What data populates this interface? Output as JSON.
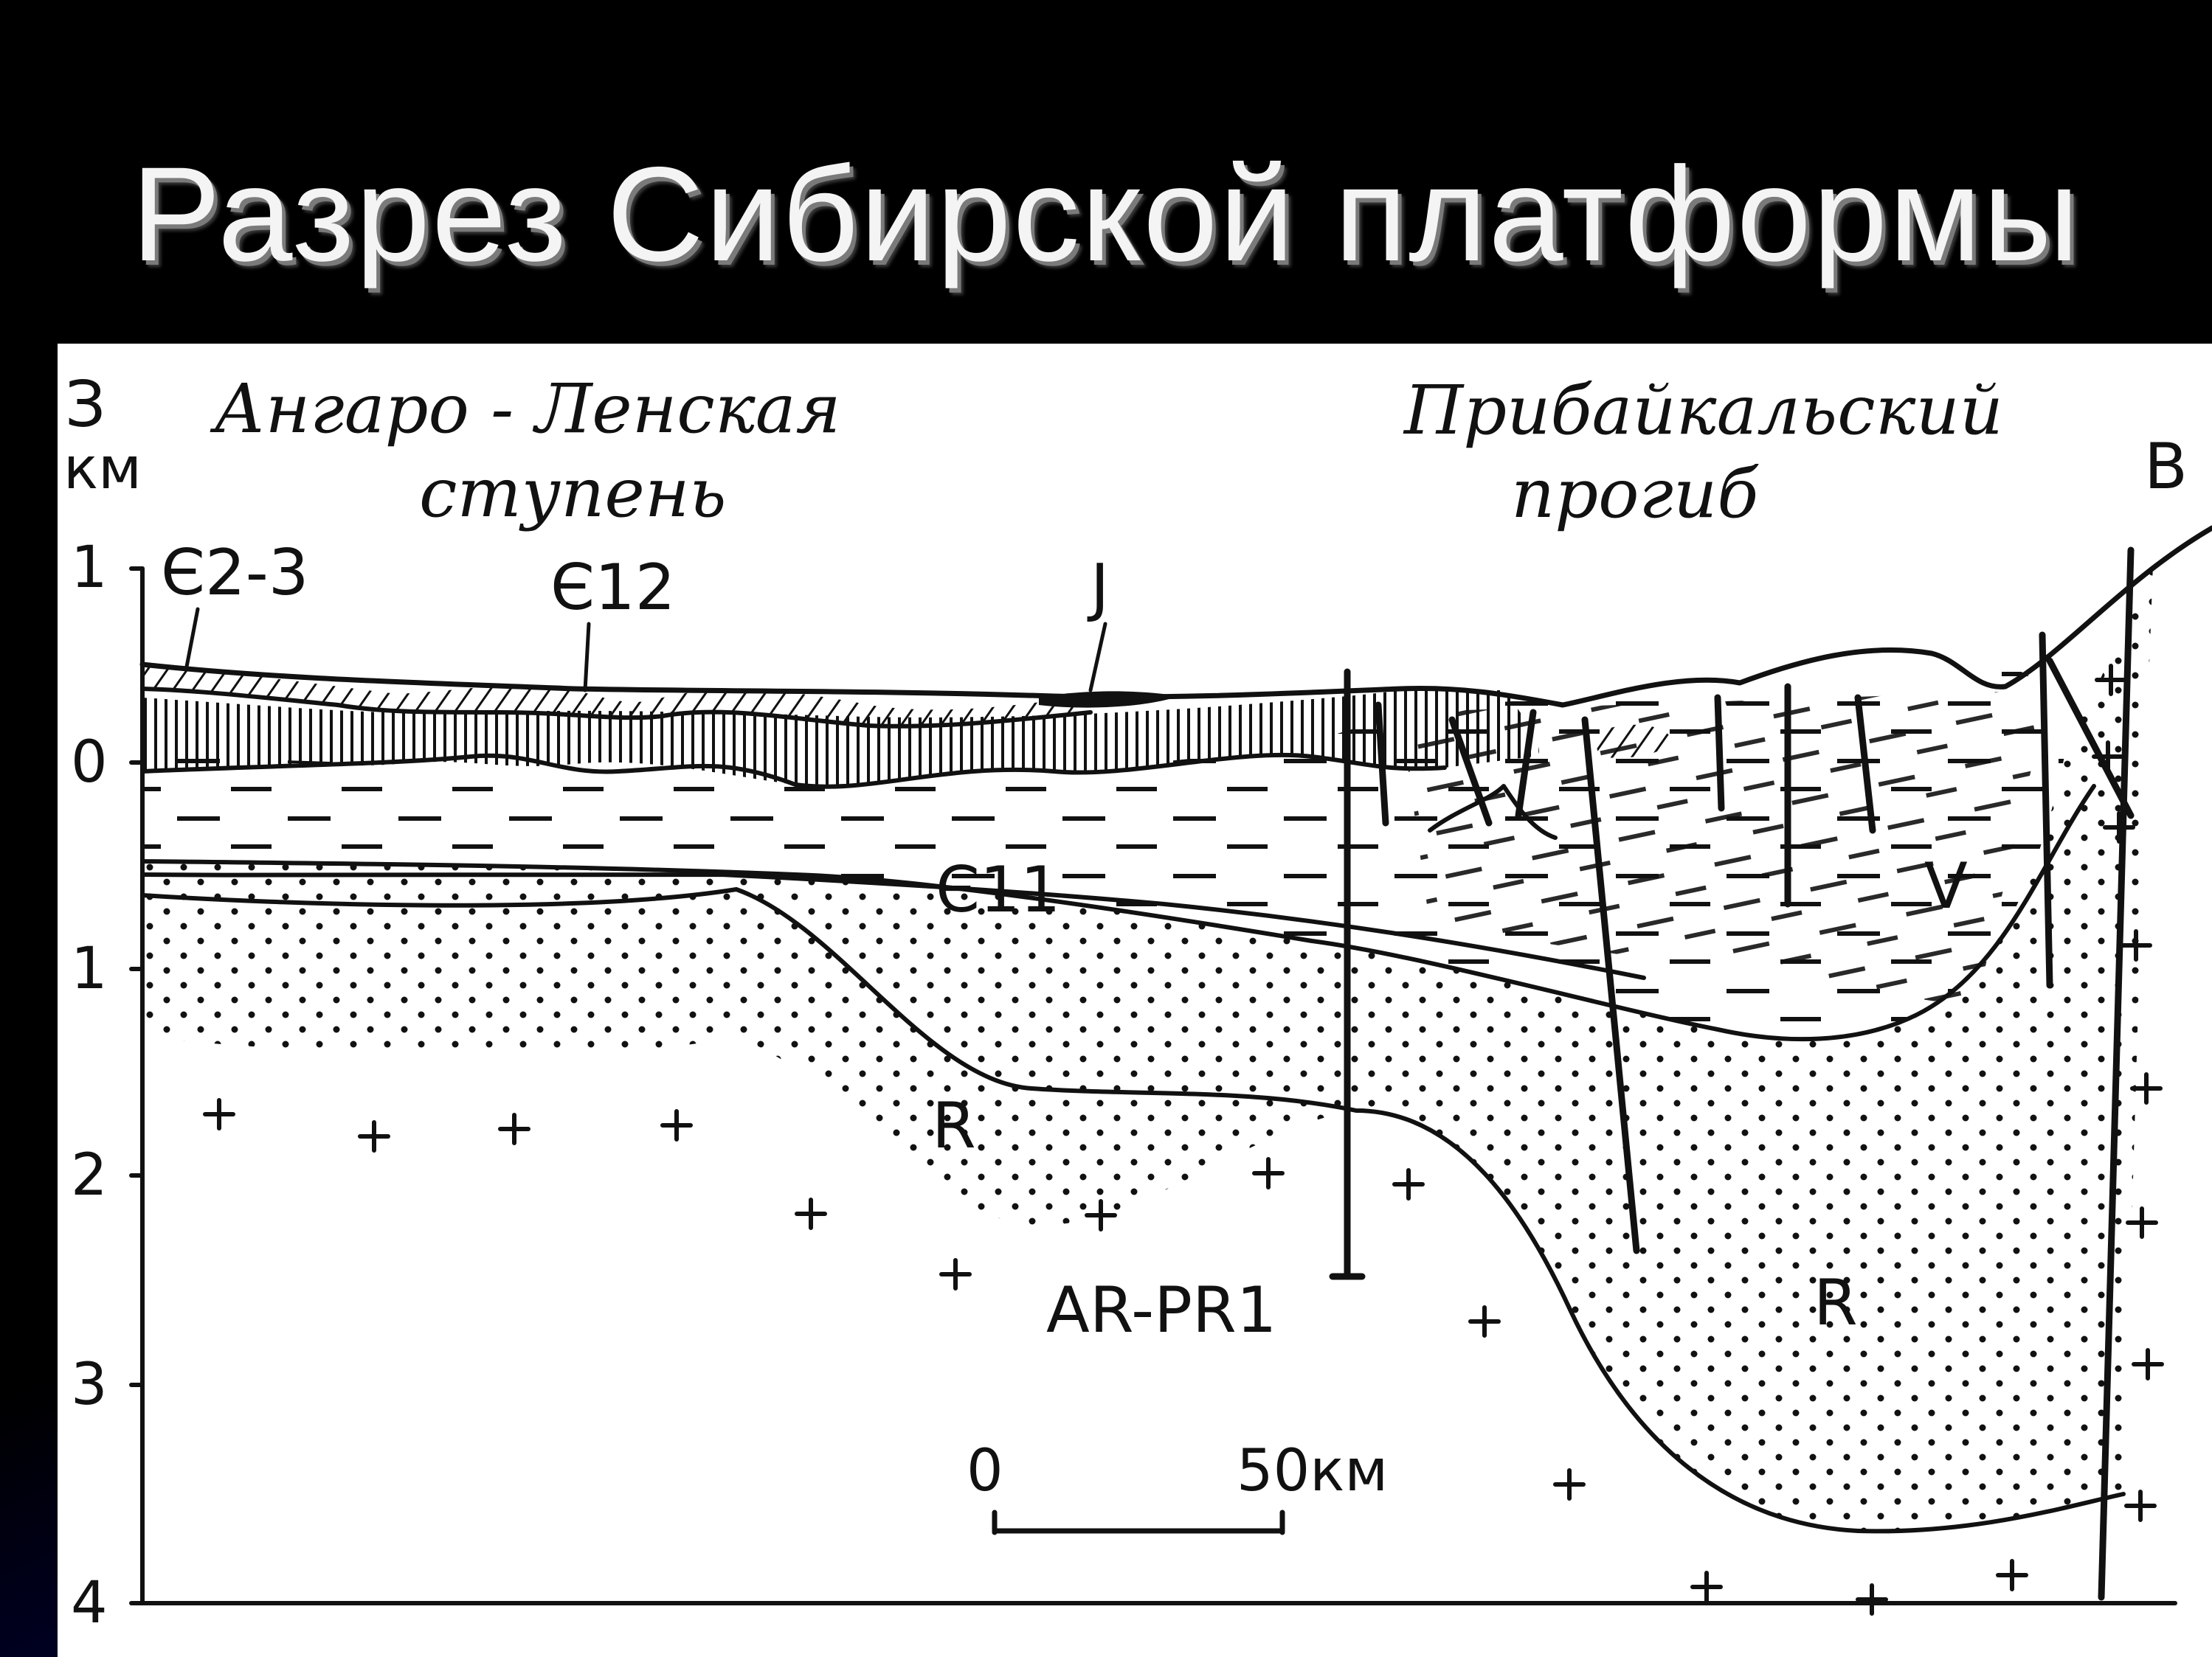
{
  "slide": {
    "title": "Разрез Сибирской платформы"
  },
  "diagram": {
    "west_label": "З",
    "east_label": "В",
    "axis_unit": "км",
    "depth_ticks": [
      "1",
      "0",
      "1",
      "2",
      "3",
      "4"
    ],
    "regions": {
      "angara_lena_line1": "Ангаро - Ленская",
      "angara_lena_line2": "ступень",
      "baikal_line1": "Прибайкальский",
      "baikal_line2": "прогиб"
    },
    "units": {
      "cambrian_2_3": "Є2-3",
      "cambrian_1_2": "Є12",
      "cambrian_1_1": "Є11",
      "jurassic": "J",
      "vendian": "V",
      "riphean_west": "R",
      "riphean_east": "R",
      "basement": "AR-PR1"
    },
    "scale": {
      "start": "0",
      "end": "50км"
    },
    "colors": {
      "ink": "#111111",
      "paper": "#ffffff"
    }
  }
}
